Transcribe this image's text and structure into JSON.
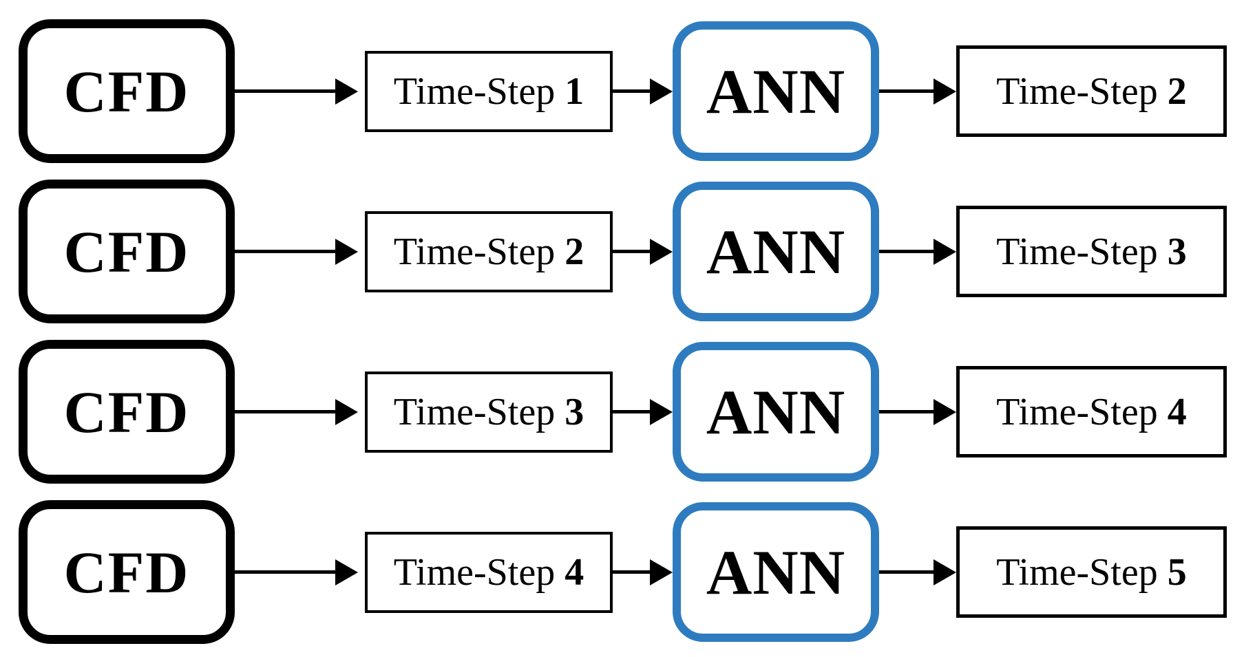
{
  "figure": {
    "background": "#ffffff",
    "colors": {
      "node_border": "#000000",
      "ann_border": "#2e7cbf",
      "arrow": "#000000",
      "text": "#000000"
    },
    "rows": [
      {
        "source_label": "CFD",
        "input_prefix": "Time-Step",
        "input_number": "1",
        "model_label": "ANN",
        "output_prefix": "Time-Step",
        "output_number": "2"
      },
      {
        "source_label": "CFD",
        "input_prefix": "Time-Step",
        "input_number": "2",
        "model_label": "ANN",
        "output_prefix": "Time-Step",
        "output_number": "3"
      },
      {
        "source_label": "CFD",
        "input_prefix": "Time-Step",
        "input_number": "3",
        "model_label": "ANN",
        "output_prefix": "Time-Step",
        "output_number": "4"
      },
      {
        "source_label": "CFD",
        "input_prefix": "Time-Step",
        "input_number": "4",
        "model_label": "ANN",
        "output_prefix": "Time-Step",
        "output_number": "5"
      }
    ]
  }
}
